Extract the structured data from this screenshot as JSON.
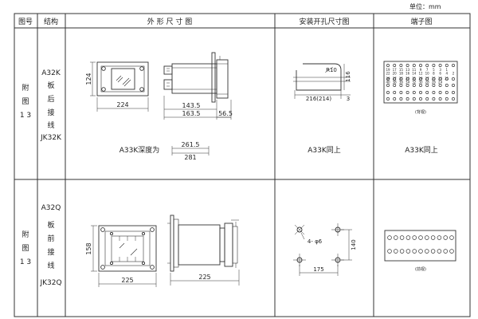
{
  "unit_label": "单位：mm",
  "headers": {
    "fig_no": "图号",
    "structure": "结构",
    "outline": "外 形 尺 寸 图",
    "mounting": "安装开孔尺寸图",
    "terminal": "端子图"
  },
  "rows": [
    {
      "fig": [
        "附",
        "图",
        "1 3"
      ],
      "structure": [
        "A32K",
        "板",
        "后",
        "接",
        "线",
        "JK32K"
      ],
      "dims": {
        "front_h": "124",
        "front_w": "224",
        "side_w1": "143.5",
        "side_w2": "163.5",
        "side_back": "56.5",
        "depth1": "261.5",
        "depth2": "281",
        "hole_w": "216(214)",
        "radius": "R10",
        "offset": "3",
        "hole_h": "116"
      },
      "note_outline": "A33K深度为",
      "note_mount": "A33K同上",
      "note_terminal": "A33K同上",
      "terminal_caption": "(背视)",
      "terminal_numbers": [
        "19",
        "17",
        "15",
        "13",
        "11",
        "9",
        "7",
        "5",
        "3",
        "1",
        "22",
        "20",
        "18",
        "16",
        "14",
        "12",
        "10",
        "8",
        "6",
        "4",
        "2",
        "39",
        "37",
        "35",
        "33",
        "31",
        "29",
        "27",
        "25",
        "23",
        "21",
        "40",
        "38",
        "36",
        "34",
        "32",
        "30",
        "28",
        "26",
        "24"
      ]
    },
    {
      "fig": [
        "附",
        "图",
        "1 3"
      ],
      "structure": [
        "A32Q",
        "板",
        "前",
        "接",
        "线",
        "JK32Q"
      ],
      "dims": {
        "front_h": "158",
        "front_w": "225",
        "side_w": "225",
        "hole_note": "4-  φ6",
        "hole_h": "140",
        "hole_w": "175"
      },
      "terminal_caption": "(前视)"
    }
  ]
}
